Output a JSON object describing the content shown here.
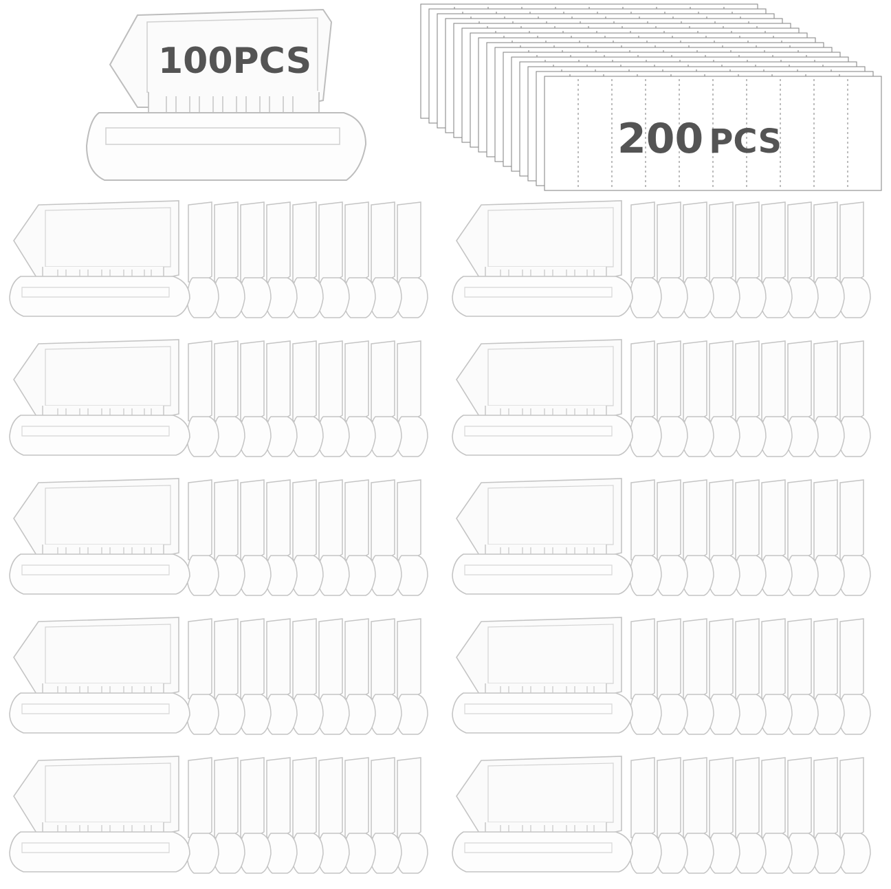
{
  "scene": {
    "background": "#ffffff",
    "tab_stroke": "#c4c4c4",
    "tab_fill": "#f8f8f8",
    "label_color": "#545454"
  },
  "labels": {
    "tabs_count": "100PCS",
    "inserts_count": "200",
    "inserts_unit": "PCS"
  },
  "tab_grid": {
    "rows": 5,
    "columns": 2,
    "tabs_per_stack": 10
  },
  "insert_sheets": {
    "sheets_visible": 16,
    "slots_per_sheet": 9
  }
}
